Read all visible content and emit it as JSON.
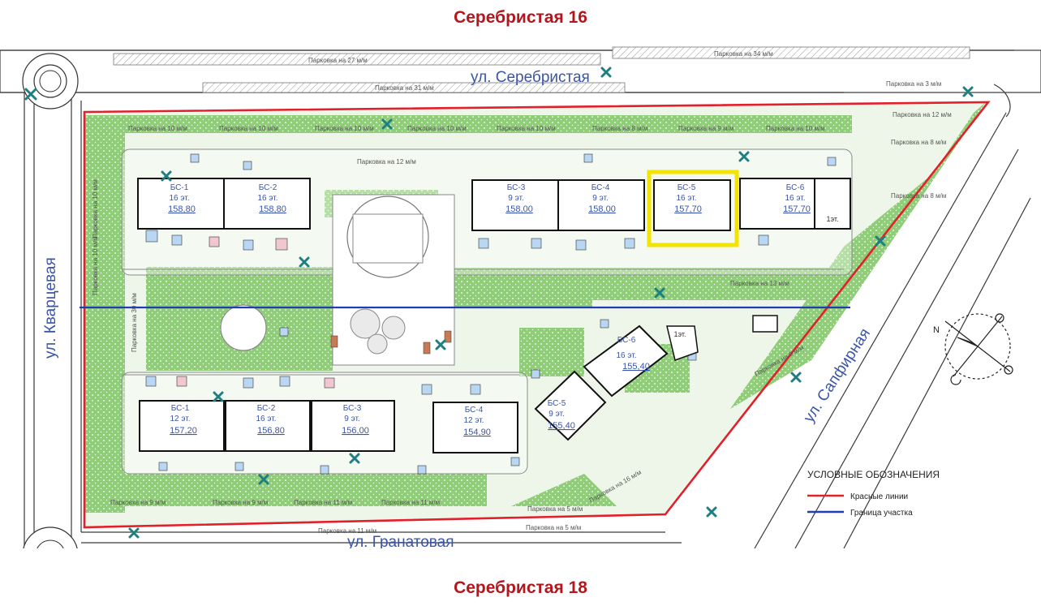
{
  "titles": {
    "top": "Серебристая 16",
    "bottom": "Серебристая 18"
  },
  "streets": {
    "serebristaya": "ул. Серебристая",
    "kvartsevaya": "ул. Кварцевая",
    "granatovaya": "ул. Гранатовая",
    "sapfirnaya": "ул. Сапфирная"
  },
  "buildings_north": [
    {
      "name": "БС-1",
      "floors": "16 эт.",
      "elevation": "158,80"
    },
    {
      "name": "БС-2",
      "floors": "16 эт.",
      "elevation": "158,80"
    },
    {
      "name": "БС-3",
      "floors": "9 эт.",
      "elevation": "158,00"
    },
    {
      "name": "БС-4",
      "floors": "9 эт.",
      "elevation": "158,00"
    },
    {
      "name": "БС-5",
      "floors": "16 эт.",
      "elevation": "157,70"
    },
    {
      "name": "БС-6",
      "floors": "16 эт.",
      "elevation": "157,70"
    }
  ],
  "buildings_south": [
    {
      "name": "БС-1",
      "floors": "12 эт.",
      "elevation": "157,20"
    },
    {
      "name": "БС-2",
      "floors": "16 эт.",
      "elevation": "156,80"
    },
    {
      "name": "БС-3",
      "floors": "9 эт.",
      "elevation": "156,00"
    },
    {
      "name": "БС-4",
      "floors": "12 эт.",
      "elevation": "154,90"
    },
    {
      "name": "БС-5",
      "floors": "9 эт.",
      "elevation": "155,40"
    },
    {
      "name": "БС-6",
      "floors": "16 эт.",
      "elevation": "155,40"
    }
  ],
  "annex_label": "1эт.",
  "annex2_label": "1эт.",
  "parking": {
    "p27": "Парковка на 27 м/м",
    "p34": "Парковка на 34 м/м",
    "p31": "Парковка на 31 м/м",
    "p3": "Парковка на 3 м/м",
    "p12r": "Парковка на 12 м/м",
    "p10": "Парковка на 10 м/м",
    "p8": "Парковка на 8 м/м",
    "p9": "Парковка на 9 м/м",
    "p12": "Парковка на 12 м/м",
    "p11": "Парковка на 11 м/м",
    "p5": "Парковка на 5 м/м",
    "p30": "Парковка на 30 м/м",
    "p13": "Парковка на 13 м/м",
    "p9r": "Парковка на 9 м/м",
    "p16": "Парковка на 16 м/м"
  },
  "legend": {
    "title": "УСЛОВНЫЕ ОБОЗНАЧЕНИЯ",
    "red_label": "Красные линии",
    "blue_label": "Граница участка"
  },
  "colors": {
    "red_line": "#e2202c",
    "site_boundary": "#1f3fae",
    "highlight": "#f3e400",
    "green": "#8fcd78",
    "title": "#b3171d"
  },
  "highlighted_building": "БС-5"
}
